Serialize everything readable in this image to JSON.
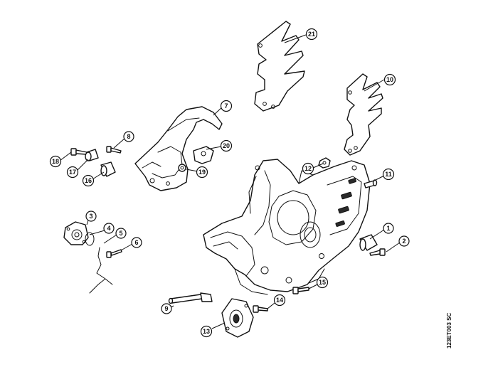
{
  "diagram": {
    "drawing_code": "123ET003 SC",
    "callouts": [
      {
        "label": "1"
      },
      {
        "label": "2"
      },
      {
        "label": "3"
      },
      {
        "label": "4"
      },
      {
        "label": "5"
      },
      {
        "label": "6"
      },
      {
        "label": "7"
      },
      {
        "label": "8"
      },
      {
        "label": "9"
      },
      {
        "label": "10"
      },
      {
        "label": "11"
      },
      {
        "label": "12"
      },
      {
        "label": "13"
      },
      {
        "label": "14"
      },
      {
        "label": "15"
      },
      {
        "label": "16"
      },
      {
        "label": "17"
      },
      {
        "label": "18"
      },
      {
        "label": "19"
      },
      {
        "label": "20"
      },
      {
        "label": "21"
      }
    ]
  }
}
